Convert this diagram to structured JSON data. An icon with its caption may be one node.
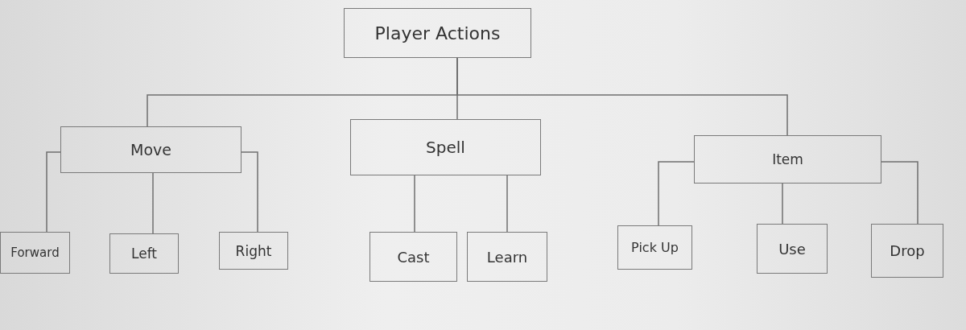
{
  "diagram": {
    "nodes": [
      {
        "text": [
          "Player Actions"
        ]
      },
      {
        "text": [
          "Move"
        ]
      },
      {
        "text": [
          "Spell"
        ]
      },
      {
        "text": [
          "Item"
        ]
      },
      {
        "text": [
          "Forward"
        ]
      },
      {
        "text": [
          "Left"
        ]
      },
      {
        "text": [
          "Right"
        ]
      },
      {
        "text": [
          "Cast"
        ]
      },
      {
        "text": [
          "Learn"
        ]
      },
      {
        "text": [
          "Pick Up"
        ]
      },
      {
        "text": [
          "Use"
        ]
      },
      {
        "text": [
          "Drop"
        ]
      }
    ],
    "edges": [
      {
        "from": 0,
        "to": 1,
        "arrow": "none"
      },
      {
        "from": 0,
        "to": 2,
        "arrow": "none"
      },
      {
        "from": 0,
        "to": 3,
        "arrow": "none"
      },
      {
        "from": 1,
        "to": 4,
        "arrow": "none"
      },
      {
        "from": 1,
        "to": 5,
        "arrow": "none"
      },
      {
        "from": 1,
        "to": 6,
        "arrow": "none"
      },
      {
        "from": 2,
        "to": 7,
        "arrow": "none"
      },
      {
        "from": 2,
        "to": 8,
        "arrow": "none"
      },
      {
        "from": 3,
        "to": 9,
        "arrow": "none"
      },
      {
        "from": 3,
        "to": 10,
        "arrow": "none"
      },
      {
        "from": 3,
        "to": 11,
        "arrow": "none"
      }
    ]
  }
}
